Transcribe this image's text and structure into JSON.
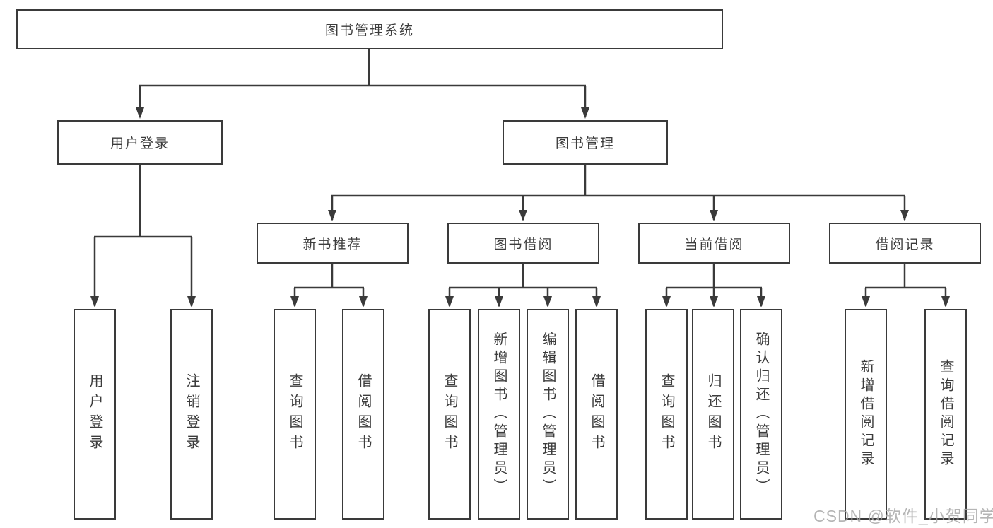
{
  "diagram": {
    "tree": {
      "label": "图书管理系统",
      "children": [
        {
          "label": "用户登录",
          "children": [
            {
              "label": "用户登录"
            },
            {
              "label": "注销登录"
            }
          ]
        },
        {
          "label": "图书管理",
          "children": [
            {
              "label": "新书推荐",
              "children": [
                {
                  "label": "查询图书"
                },
                {
                  "label": "借阅图书"
                }
              ]
            },
            {
              "label": "图书借阅",
              "children": [
                {
                  "label": "查询图书"
                },
                {
                  "label": "新增图书（管理员）"
                },
                {
                  "label": "编辑图书（管理员）"
                },
                {
                  "label": "借阅图书"
                }
              ]
            },
            {
              "label": "当前借阅",
              "children": [
                {
                  "label": "查询图书"
                },
                {
                  "label": "归还图书"
                },
                {
                  "label": "确认归还（管理员）"
                }
              ]
            },
            {
              "label": "借阅记录",
              "children": [
                {
                  "label": "新增借阅记录"
                },
                {
                  "label": "查询借阅记录"
                }
              ]
            }
          ]
        }
      ]
    },
    "watermark": "CSDN @软件_小贺同学",
    "colors": {
      "line": "#3a3a3a",
      "box_border": "#3a3a3a",
      "text": "#3c3c3c",
      "background": "#ffffff",
      "watermark": "#a8a8a8"
    }
  }
}
